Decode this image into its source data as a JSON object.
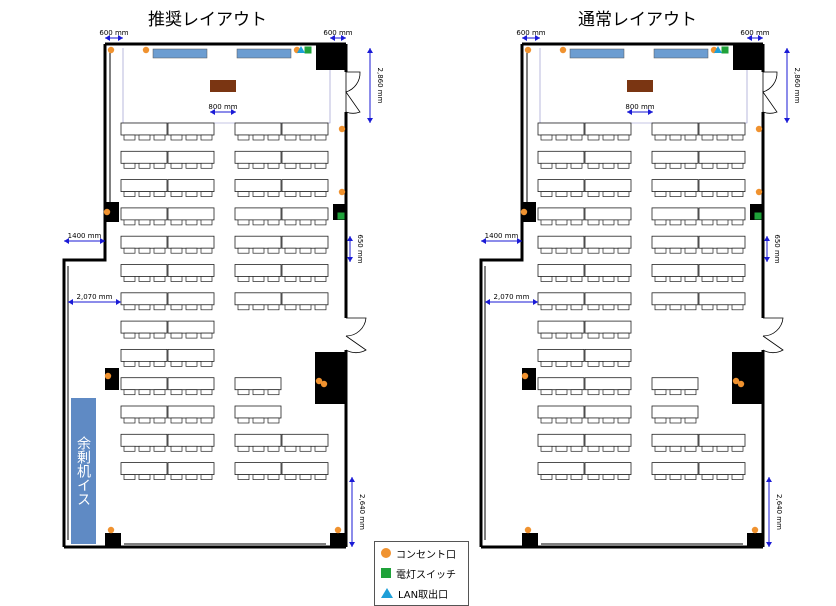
{
  "layouts": [
    {
      "title": "推奨レイアウト",
      "spare_label": "余剰机イス",
      "right_block_rows": 4
    },
    {
      "title": "通常レイアウト",
      "spare_label": "",
      "right_block_rows": 2
    }
  ],
  "dimensions": {
    "d600": "600 mm",
    "d2860": "2,860 mm",
    "d800": "800 mm",
    "d1400": "1400 mm",
    "d650": "650 mm",
    "d2070": "2,070 mm",
    "d2640": "2,640 mm"
  },
  "legend": [
    {
      "label": "コンセント口",
      "icon": "orange-circle",
      "color": "#f0922f"
    },
    {
      "label": "電灯スイッチ",
      "icon": "green-square",
      "color": "#1fa23a"
    },
    {
      "label": "LAN取出口",
      "icon": "blue-triangle",
      "color": "#1e9fd8"
    }
  ],
  "colors": {
    "outlet": "#f0922f",
    "switch": "#1fa23a",
    "lan": "#1e9fd8",
    "whiteboard": "#6c9dd1",
    "lectern": "#7a3512",
    "spare": "#5f8ac4",
    "dimension": "#1a1ad6"
  }
}
